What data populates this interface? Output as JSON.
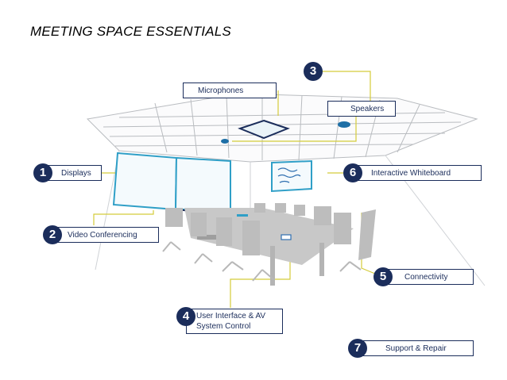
{
  "title": "MEETING SPACE ESSENTIALS",
  "colors": {
    "navy": "#1b2d5b",
    "accent_line": "#d4cc3a",
    "screen_blue": "#2f9fc7",
    "furniture_gray": "#c8c8c8",
    "ceiling_line": "#b9bcc0"
  },
  "items": [
    {
      "number": "1",
      "label": "Displays"
    },
    {
      "number": "2",
      "label": "Video Conferencing"
    },
    {
      "number": "3",
      "label": "Microphones",
      "label2": "Speakers"
    },
    {
      "number": "4",
      "label": "User Interface & AV System Control"
    },
    {
      "number": "5",
      "label": "Connectivity"
    },
    {
      "number": "6",
      "label": "Interactive Whiteboard"
    },
    {
      "number": "7",
      "label": "Support & Repair"
    }
  ]
}
